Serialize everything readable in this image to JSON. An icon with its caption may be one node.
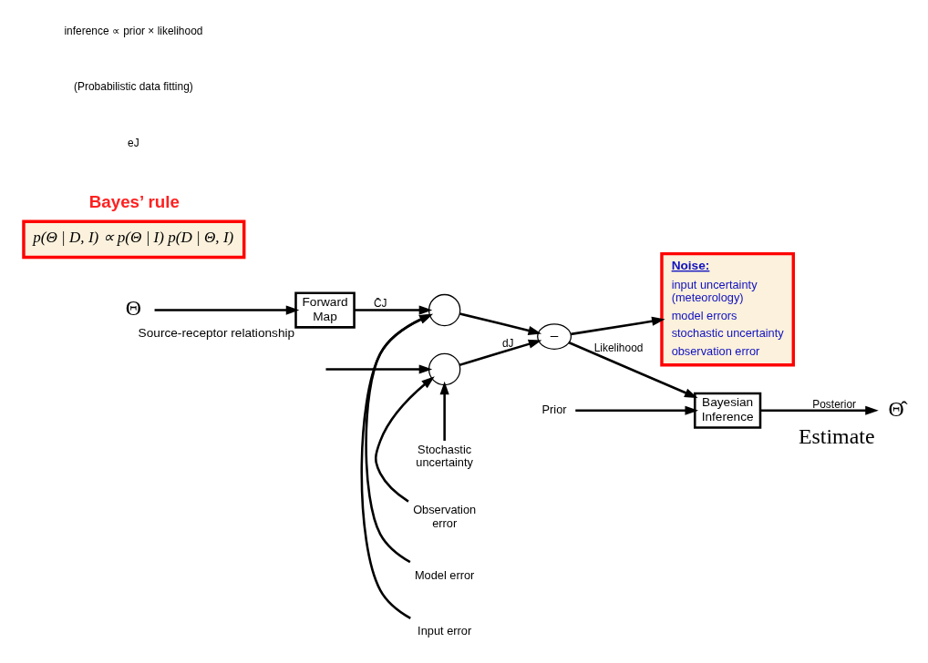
{
  "diagram": {
    "nodes": [
      {
        "text": [
          "Θ"
        ]
      },
      {
        "text": [
          "Forward Map"
        ],
        "beside": [
          "Source-receptor relationship"
        ]
      },
      {
        "text": [],
        "shape": "circle"
      },
      {
        "text": [
          "Model error"
        ]
      },
      {
        "text": [
          "Input error"
        ]
      },
      {
        "text": [
          "–"
        ]
      },
      {
        "text": [],
        "shape": "circle"
      },
      {
        "text": [
          "Stochastic uncertainty"
        ]
      },
      {
        "text": [
          "Observation error"
        ]
      },
      {
        "text": [
          "Noise:",
          "input uncertainty (meteorology)",
          "model errors",
          "stochastic uncertainty",
          "observation error"
        ]
      },
      {
        "text": [
          "Bayesian Inference"
        ]
      },
      {
        "text": [
          "Θ̂"
        ],
        "beside": [
          "Estimate"
        ]
      },
      {
        "text": [
          "Prior"
        ]
      },
      {
        "text": [
          "Bayes’ rule",
          "p(Θ | D, I) ∝ p(Θ | I) p(D | Θ, I)"
        ]
      }
    ],
    "edges": [
      {
        "from": 0,
        "to": 1,
        "arrow": "to"
      },
      {
        "from": 1,
        "to": 2,
        "arrow": "to",
        "label": "C̄J"
      },
      {
        "from": 3,
        "to": 2,
        "arrow": "to"
      },
      {
        "from": 4,
        "to": 2,
        "arrow": "to"
      },
      {
        "from": 2,
        "to": 5,
        "arrow": "to"
      },
      {
        "from": 6,
        "to": 5,
        "arrow": "to",
        "label": "dJ"
      },
      {
        "from": 7,
        "to": 6,
        "arrow": "to"
      },
      {
        "from": 8,
        "to": 6,
        "arrow": "to"
      },
      {
        "from": null,
        "to": 6,
        "arrow": "to"
      },
      {
        "from": 5,
        "to": 9,
        "arrow": "to"
      },
      {
        "from": 5,
        "to": 10,
        "arrow": "to",
        "label": "Likelihood"
      },
      {
        "from": 12,
        "to": 10,
        "arrow": "to"
      },
      {
        "from": 10,
        "to": 11,
        "arrow": "to",
        "label": "Posterior"
      }
    ],
    "labels": [
      "eJ",
      "(Probabilistic data fitting)",
      "inference ∝ prior × likelihood"
    ]
  }
}
